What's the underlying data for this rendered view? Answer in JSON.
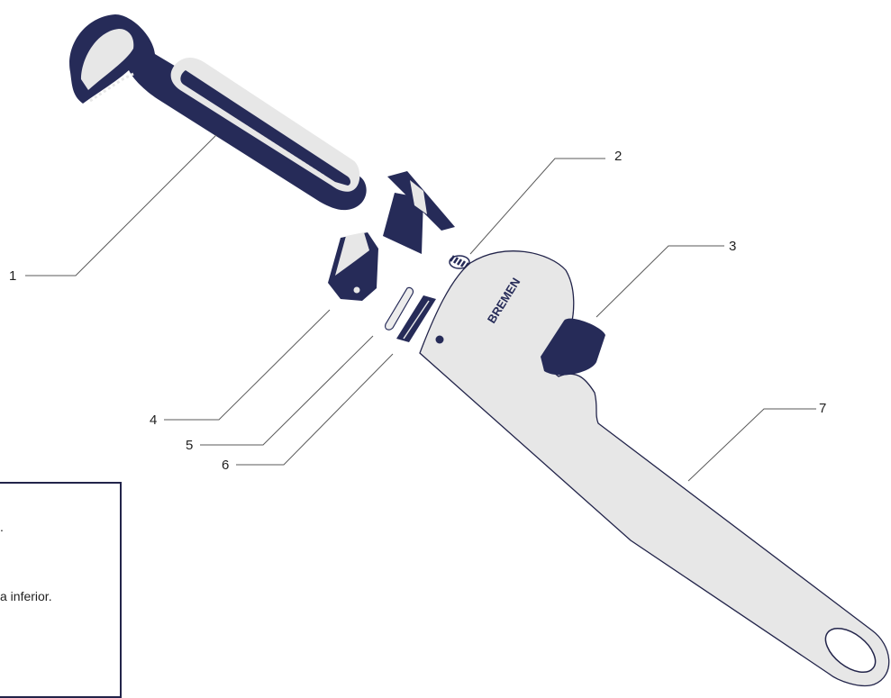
{
  "diagram": {
    "brand": "BREMEN",
    "callouts": [
      "1",
      "2",
      "3",
      "4",
      "5",
      "6",
      "7"
    ],
    "legend": {
      "line1": ".",
      "line2": "a inferior."
    }
  },
  "colors": {
    "navy": "#262b58",
    "light_gray": "#e7e7e7",
    "outline": "#22244a",
    "text": "#1f1f1f"
  },
  "icons": {
    "upper_jaw": "hook-jaw-icon",
    "lower_jaw": "heel-jaw-icon",
    "frame": "wrench-handle-icon",
    "nut": "adjusting-nut-icon",
    "spring": "spring-icon",
    "pin": "pin-icon",
    "bracket": "housing-bracket-icon"
  }
}
